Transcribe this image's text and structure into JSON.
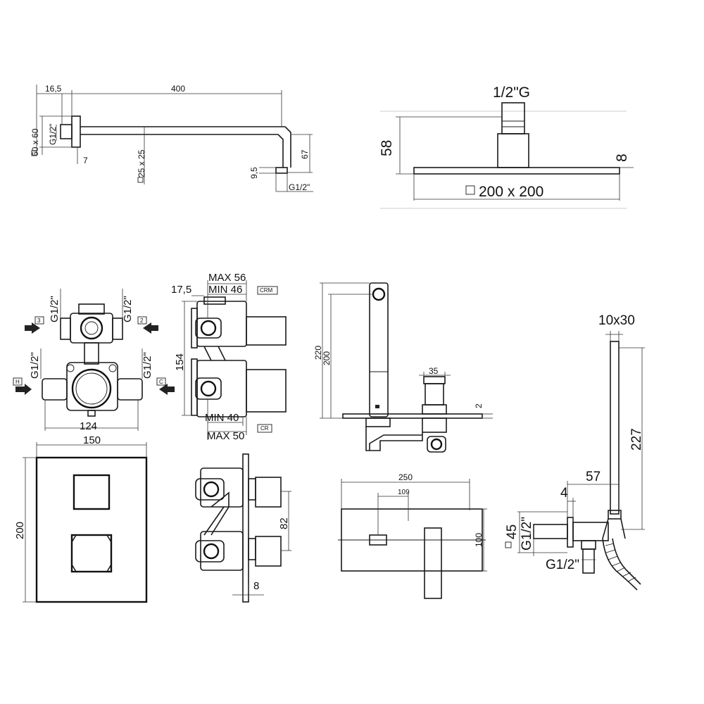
{
  "arm": {
    "d_16_5": "16,5",
    "d_400": "400",
    "d_60x60": "60 x 60",
    "d_g12_left": "G1/2\"",
    "d_7": "7",
    "d_25x25": "25 x 25",
    "d_9_5": "9,5",
    "d_67": "67",
    "d_g12_bottom": "G1/2\""
  },
  "head": {
    "d_12g": "1/2\"G",
    "d_58": "58",
    "d_8": "8",
    "d_200x200": "200 x 200"
  },
  "valve_front": {
    "g12_tl": "G1/2\"",
    "g12_tr": "G1/2\"",
    "g12_bl": "G1/2\"",
    "g12_br": "G1/2\"",
    "d_124": "124",
    "arrow_3": "3",
    "arrow_2": "2",
    "arrow_h": "H",
    "arrow_c": "C"
  },
  "valve_side": {
    "d_max56": "MAX 56",
    "d_min46": "MIN 46",
    "d_17_5": "17,5",
    "d_154": "154",
    "d_min40": "MIN 40",
    "d_max50": "MAX 50",
    "badge_crm": "CRM",
    "badge_cr": "CR"
  },
  "spout_side": {
    "d_220": "220",
    "d_200": "200",
    "d_35": "35",
    "d_2": "2"
  },
  "plate_front": {
    "d_150": "150",
    "d_200": "200"
  },
  "plate_side": {
    "d_82": "82",
    "d_8": "8"
  },
  "spout_top": {
    "d_250": "250",
    "d_109": "109",
    "d_100": "100"
  },
  "hand_shower": {
    "d_10x30": "10x30",
    "d_227": "227",
    "d_57": "57",
    "d_4": "4",
    "d_45": "45",
    "d_g12_v": "G1/2\"",
    "d_g12_h": "G1/2\""
  }
}
